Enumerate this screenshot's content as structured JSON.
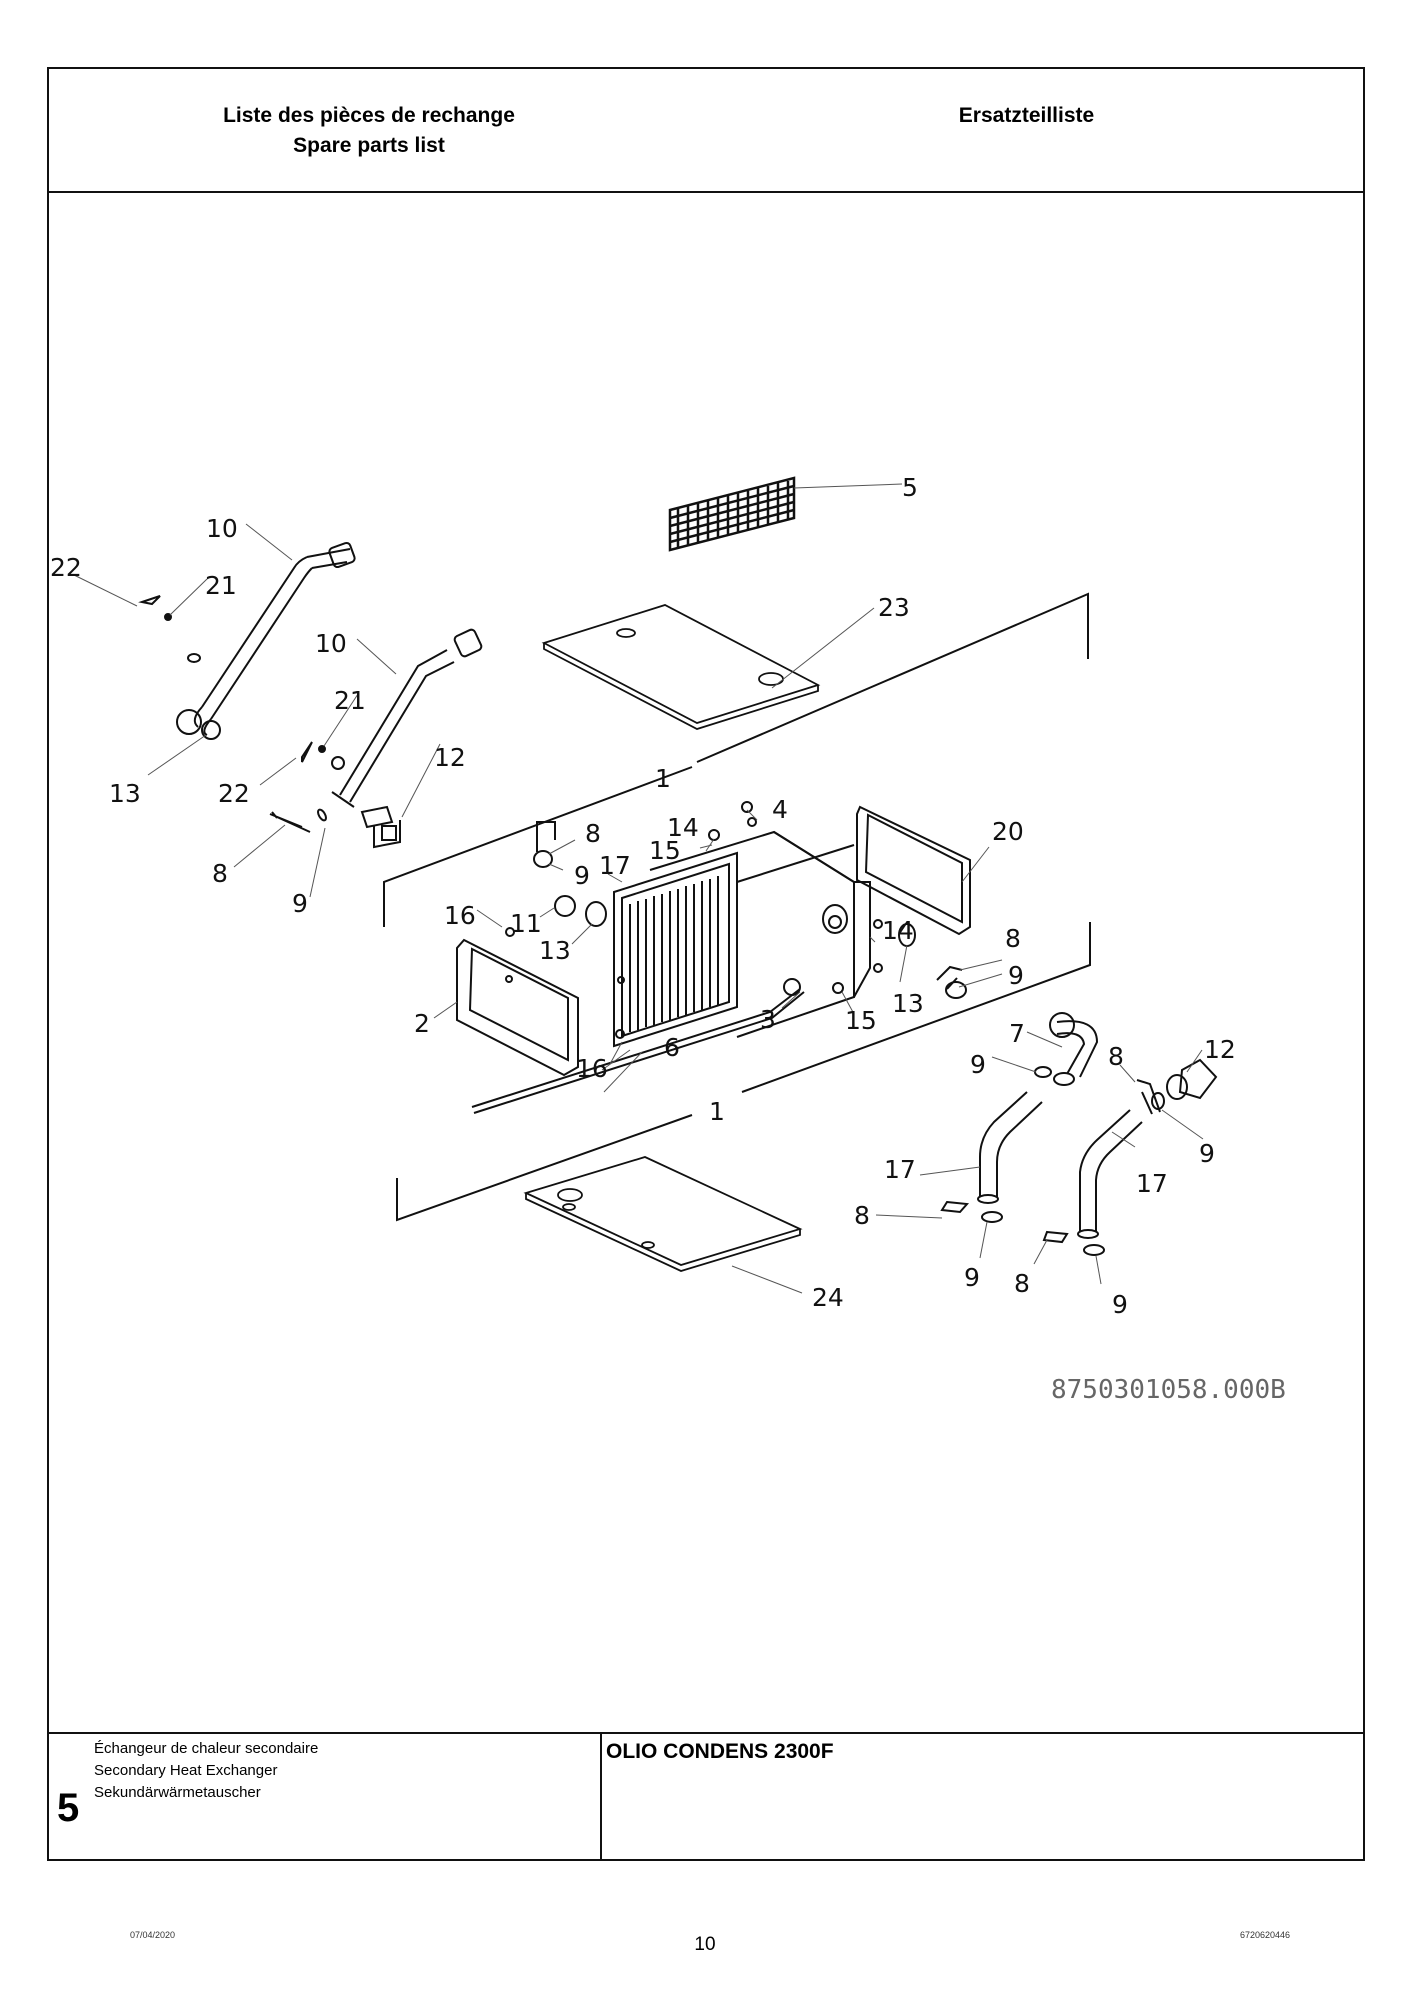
{
  "header": {
    "title_fr": "Liste des pièces de rechange",
    "title_en": "Spare parts list",
    "title_de": "Ersatzteilliste"
  },
  "diagram": {
    "drawing_number": "8750301058.000B",
    "callouts": {
      "c1a": "1",
      "c1b": "1",
      "c2": "2",
      "c3": "3",
      "c4": "4",
      "c5": "5",
      "c6": "6",
      "c7": "7",
      "c8a": "8",
      "c8b": "8",
      "c8c": "8",
      "c8d": "8",
      "c8e": "8",
      "c8f": "8",
      "c9a": "9",
      "c9b": "9",
      "c9c": "9",
      "c9d": "9",
      "c9e": "9",
      "c9f": "9",
      "c9g": "9",
      "c10a": "10",
      "c10b": "10",
      "c11": "11",
      "c12a": "12",
      "c12b": "12",
      "c13a": "13",
      "c13b": "13",
      "c13c": "13",
      "c14a": "14",
      "c14b": "14",
      "c15a": "15",
      "c15b": "15",
      "c16a": "16",
      "c16b": "16",
      "c17a": "17",
      "c17b": "17",
      "c17c": "17",
      "c20": "20",
      "c21a": "21",
      "c21b": "21",
      "c22a": "22",
      "c22b": "22",
      "c23": "23",
      "c24": "24"
    }
  },
  "footer": {
    "section_number": "5",
    "section_fr": "Échangeur de chaleur secondaire",
    "section_en": "Secondary Heat Exchanger",
    "section_de": "Sekundärwärmetauscher",
    "product": "OLIO CONDENS 2300F"
  },
  "page": {
    "date": "07/04/2020",
    "number": "10",
    "doc_id": "6720620446"
  }
}
